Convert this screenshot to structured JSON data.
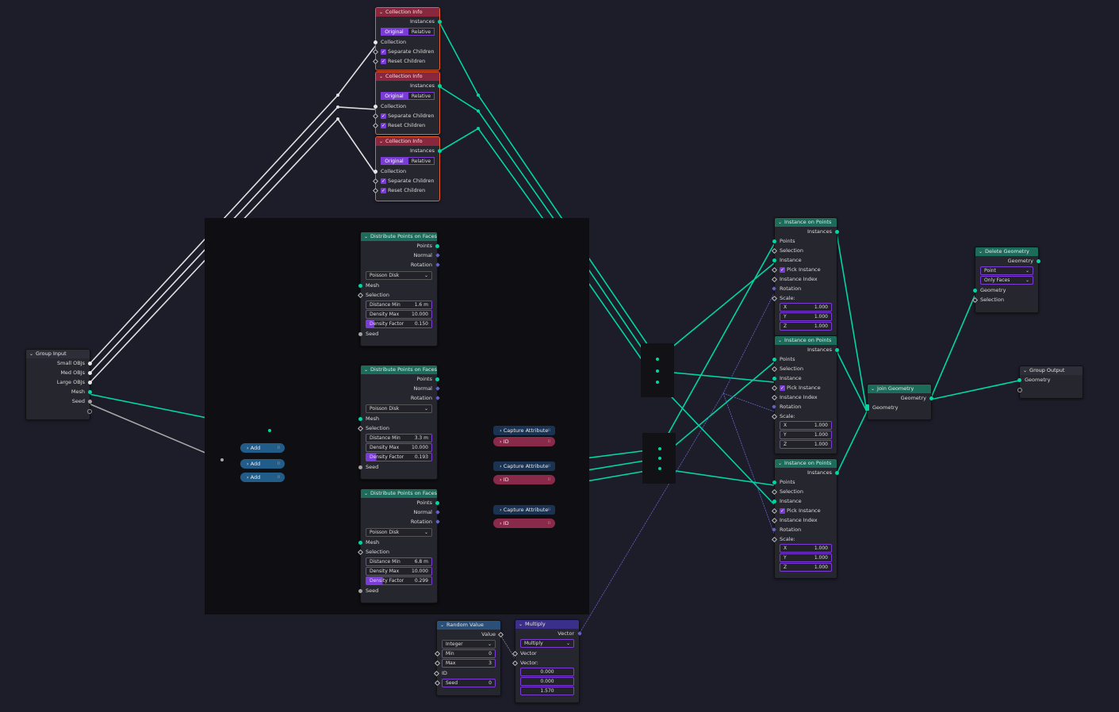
{
  "colors": {
    "background": "#1d1d2a",
    "geometry_socket": "#00d6a3",
    "collection_header": "#88273e",
    "geometry_header": "#1d6b5b",
    "selected_outline": "#e8612c",
    "accent": "#7b3bd6"
  },
  "collection_info_label": "Collection Info",
  "collection_info": {
    "instances": "Instances",
    "original": "Original",
    "relative": "Relative",
    "collection": "Collection",
    "separate_children": "Separate Children",
    "reset_children": "Reset Children"
  },
  "group_input": {
    "title": "Group Input",
    "small": "Small OBJs",
    "med": "Med OBJs",
    "large": "Large OBJs",
    "mesh": "Mesh",
    "seed": "Seed"
  },
  "distribute": {
    "title": "Distribute Points on Faces",
    "points": "Points",
    "normal": "Normal",
    "rotation": "Rotation",
    "mode": "Poisson Disk",
    "mesh": "Mesh",
    "selection": "Selection",
    "distance_min": "Distance Min",
    "density_max": "Density Max",
    "density_factor": "Density Factor",
    "seed": "Seed",
    "n1": {
      "dist": "1.6 m",
      "dmax": "10.000",
      "factor": "0.150"
    },
    "n2": {
      "dist": "3.3 m",
      "dmax": "10.000",
      "factor": "0.193"
    },
    "n3": {
      "dist": "6.8 m",
      "dmax": "10.000",
      "factor": "0.299"
    }
  },
  "add_label": "Add",
  "capture_label": "Capture Attribute",
  "id_label": "ID",
  "instance_on_points": {
    "title": "Instance on Points",
    "instances": "Instances",
    "points": "Points",
    "selection": "Selection",
    "instance": "Instance",
    "pick_instance": "Pick Instance",
    "instance_index": "Instance Index",
    "rotation": "Rotation",
    "scale": "Scale:",
    "x": "X",
    "y": "Y",
    "z": "Z",
    "value": "1.000"
  },
  "delete_geometry": {
    "title": "Delete Geometry",
    "geometry": "Geometry",
    "domain": "Point",
    "mode": "Only Faces",
    "in_geometry": "Geometry",
    "selection": "Selection"
  },
  "join_geometry": {
    "title": "Join Geometry",
    "geometry_out": "Geometry",
    "geometry_in": "Geometry"
  },
  "group_output": {
    "title": "Group Output",
    "geometry": "Geometry"
  },
  "random_value": {
    "title": "Random Value",
    "value": "Value",
    "type": "Integer",
    "min": "Min",
    "min_v": "0",
    "max": "Max",
    "max_v": "3",
    "id": "ID",
    "seed": "Seed",
    "seed_v": "0"
  },
  "multiply": {
    "title": "Multiply",
    "vector": "Vector",
    "op": "Multiply",
    "in_vector": "Vector",
    "vector_label": "Vector:",
    "x": "0.000",
    "y": "0.000",
    "z": "1.570"
  }
}
